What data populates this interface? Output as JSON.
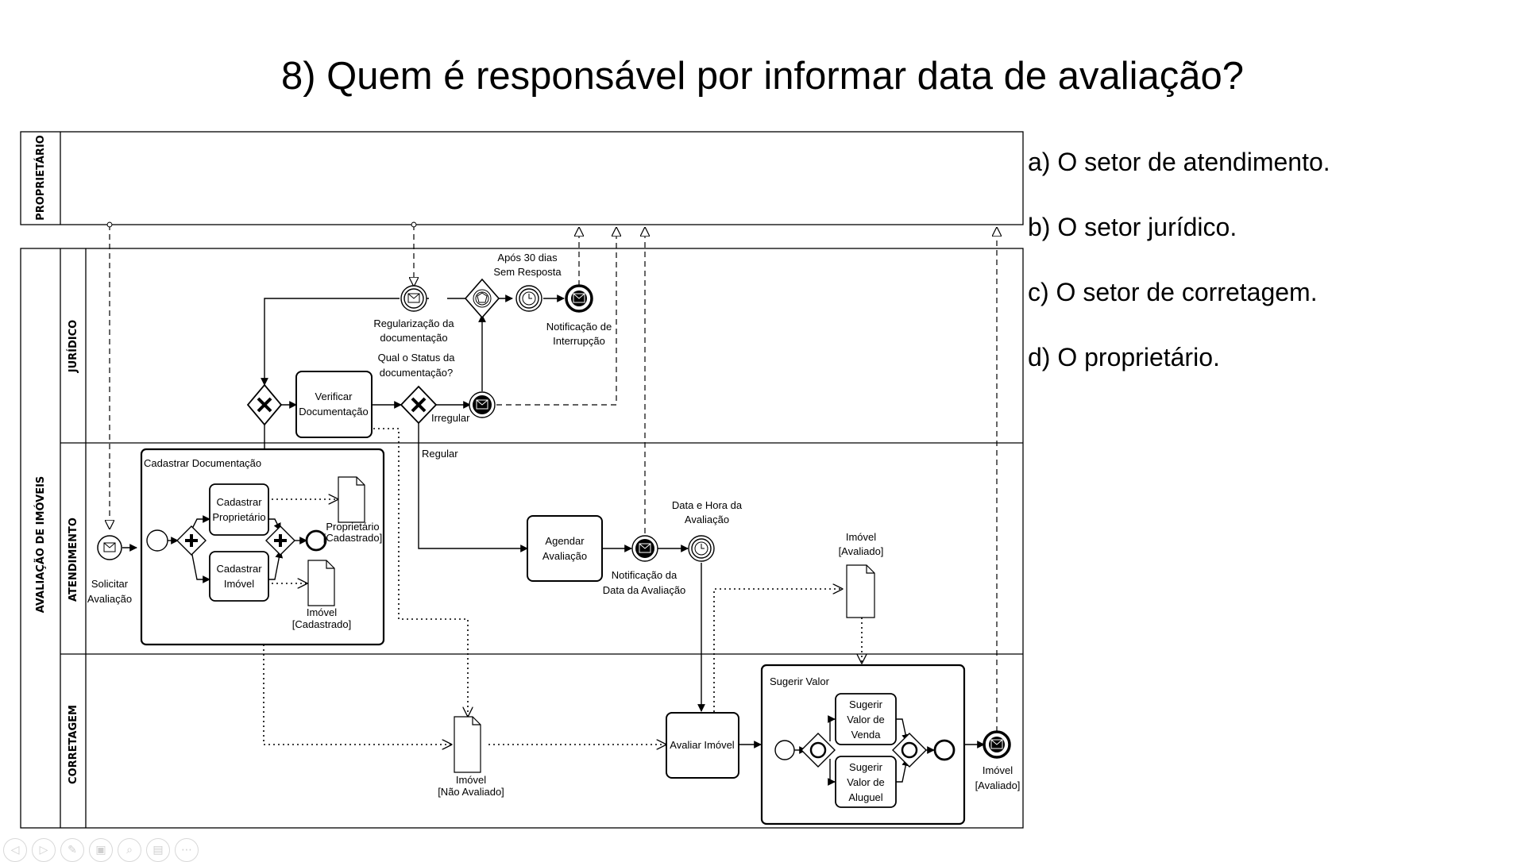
{
  "slide": {
    "title": "8) Quem é responsável por informar data de avaliação?",
    "options": [
      "a) O setor de atendimento.",
      "b) O setor jurídico.",
      "c) O setor de corretagem.",
      "d) O proprietário."
    ]
  },
  "diagram": {
    "pools": {
      "owner": "PROPRIETÁRIO",
      "main": "AVALIAÇÃO DE IMÓVEIS"
    },
    "lanes": {
      "juridico": "JURÍDICO",
      "atendimento": "ATENDIMENTO",
      "corretagem": "CORRETAGEM"
    },
    "start_event": [
      "Solicitar",
      "Avaliação"
    ],
    "subprocess_cadastrar": "Cadastrar Documentação",
    "task_cad_prop": [
      "Cadastrar",
      "Proprietário"
    ],
    "task_cad_imovel": [
      "Cadastrar",
      "Imóvel"
    ],
    "doc_proprietario": [
      "Proprietário",
      "[Cadastrado]"
    ],
    "doc_imovel_cad": [
      "Imóvel",
      "[Cadastrado]"
    ],
    "task_verificar": [
      "Verificar",
      "Documentação"
    ],
    "gateway_question": [
      "Qual o Status da",
      "documentação?"
    ],
    "flow_irregular": "Irregular",
    "flow_regular": "Regular",
    "event_regularizacao": [
      "Regularização da",
      "documentação"
    ],
    "timer_30_dias": [
      "Após 30 dias",
      "Sem Resposta"
    ],
    "event_interrupcao": [
      "Notificação de",
      "Interrupção"
    ],
    "task_agendar": [
      "Agendar",
      "Avaliação"
    ],
    "event_notif_data": [
      "Notificação da",
      "Data da Avaliação"
    ],
    "timer_data_hora": [
      "Data e Hora da",
      "Avaliação"
    ],
    "doc_imovel_avaliado": [
      "Imóvel",
      "[Avaliado]"
    ],
    "doc_imovel_nao_avaliado": [
      "Imóvel",
      "[Não Avaliado]"
    ],
    "task_avaliar": "Avaliar Imóvel",
    "subprocess_sugerir": "Sugerir Valor",
    "task_sugerir_venda": [
      "Sugerir",
      "Valor de",
      "Venda"
    ],
    "task_sugerir_aluguel": [
      "Sugerir",
      "Valor de",
      "Aluguel"
    ],
    "end_event": [
      "Imóvel",
      "[Avaliado]"
    ]
  },
  "toolbar": {
    "icons": [
      "prev-icon",
      "play-icon",
      "pen-icon",
      "slides-icon",
      "zoom-icon",
      "subtitle-icon",
      "more-icon"
    ],
    "glyphs": [
      "◁",
      "▷",
      "✎",
      "▣",
      "⌕",
      "▤",
      "⋯"
    ]
  }
}
